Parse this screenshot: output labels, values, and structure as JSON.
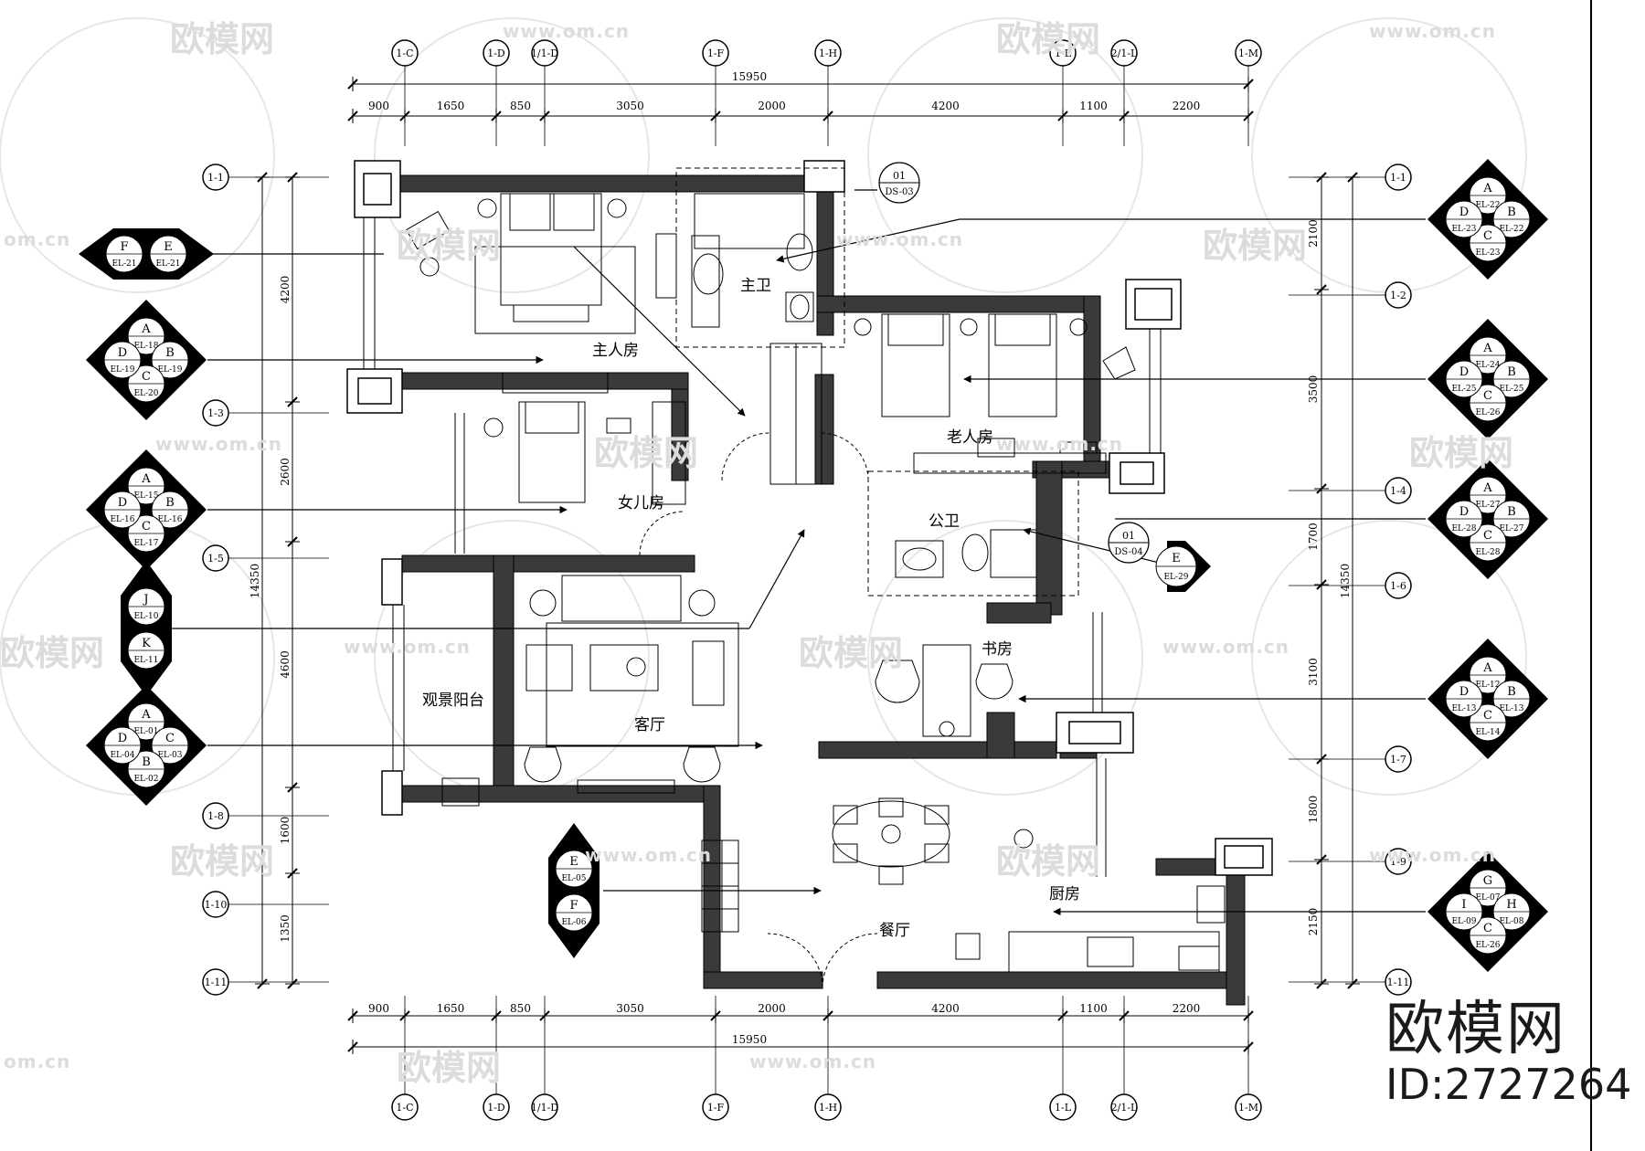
{
  "watermark": {
    "brand": "欧模网",
    "id_text": "ID:2727264",
    "url": "www.om.cn",
    "url_short": "om.cn"
  },
  "grid_columns": [
    "1-C",
    "1-D",
    "1/1-D",
    "1-F",
    "1-H",
    "1-L",
    "2/1-L",
    "1-M"
  ],
  "grid_rows_left": [
    "1-1",
    "1-3",
    "1-5",
    "1-8",
    "1-10",
    "1-11"
  ],
  "grid_rows_right": [
    "1-1",
    "1-2",
    "1-4",
    "1-6",
    "1-7",
    "1-9",
    "1-11"
  ],
  "dimensions": {
    "top_total": "15950",
    "top_segments": [
      "900",
      "1650",
      "850",
      "3050",
      "2000",
      "4200",
      "1100",
      "2200"
    ],
    "bottom_total": "15950",
    "bottom_segments": [
      "900",
      "1650",
      "850",
      "3050",
      "2000",
      "4200",
      "1100",
      "2200"
    ],
    "left_segments": [
      "4200",
      "2600",
      "4600",
      "1600",
      "1350"
    ],
    "left_total": "14350",
    "right_segments": [
      "2100",
      "3500",
      "1700",
      "3100",
      "1800",
      "2150"
    ],
    "right_total": "14350"
  },
  "rooms": {
    "master_bedroom": "主人房",
    "master_bath": "主卫",
    "elder_room": "老人房",
    "daughter_room": "女儿房",
    "public_bath": "公卫",
    "study": "书房",
    "living_room": "客厅",
    "balcony": "观景阳台",
    "dining_room": "餐厅",
    "kitchen": "厨房"
  },
  "detail_tags": [
    {
      "num": "01",
      "sheet": "DS-03"
    },
    {
      "num": "01",
      "sheet": "DS-04"
    }
  ],
  "elevation_markers": [
    {
      "letters": [
        "F",
        "E"
      ],
      "codes": [
        "EL-21",
        "EL-21"
      ]
    },
    {
      "letters": [
        "A",
        "B",
        "C",
        "D"
      ],
      "codes": [
        "EL-18",
        "EL-19",
        "EL-20",
        "EL-19"
      ]
    },
    {
      "letters": [
        "A",
        "B",
        "C",
        "D"
      ],
      "codes": [
        "EL-15",
        "EL-16",
        "EL-17",
        "EL-16"
      ]
    },
    {
      "letters": [
        "J",
        "K"
      ],
      "codes": [
        "EL-10",
        "EL-11"
      ]
    },
    {
      "letters": [
        "A",
        "C",
        "B",
        "D"
      ],
      "codes": [
        "EL-01",
        "EL-03",
        "EL-02",
        "EL-04"
      ]
    },
    {
      "letters": [
        "E",
        "F"
      ],
      "codes": [
        "EL-05",
        "EL-06"
      ]
    },
    {
      "letters": [
        "A",
        "B",
        "C",
        "D"
      ],
      "codes": [
        "EL-22",
        "EL-22",
        "EL-23",
        "EL-23"
      ]
    },
    {
      "letters": [
        "A",
        "B",
        "C",
        "D"
      ],
      "codes": [
        "EL-24",
        "EL-25",
        "EL-26",
        "EL-25"
      ]
    },
    {
      "letters": [
        "A",
        "B",
        "C",
        "D"
      ],
      "codes": [
        "EL-27",
        "EL-27",
        "EL-28",
        "EL-28"
      ]
    },
    {
      "letters": [
        "E"
      ],
      "codes": [
        "EL-29"
      ]
    },
    {
      "letters": [
        "A",
        "B",
        "C",
        "D"
      ],
      "codes": [
        "EL-12",
        "EL-13",
        "EL-14",
        "EL-13"
      ]
    },
    {
      "letters": [
        "G",
        "H",
        "C",
        "I"
      ],
      "codes": [
        "EL-07",
        "EL-08",
        "EL-26",
        "EL-09"
      ]
    }
  ]
}
